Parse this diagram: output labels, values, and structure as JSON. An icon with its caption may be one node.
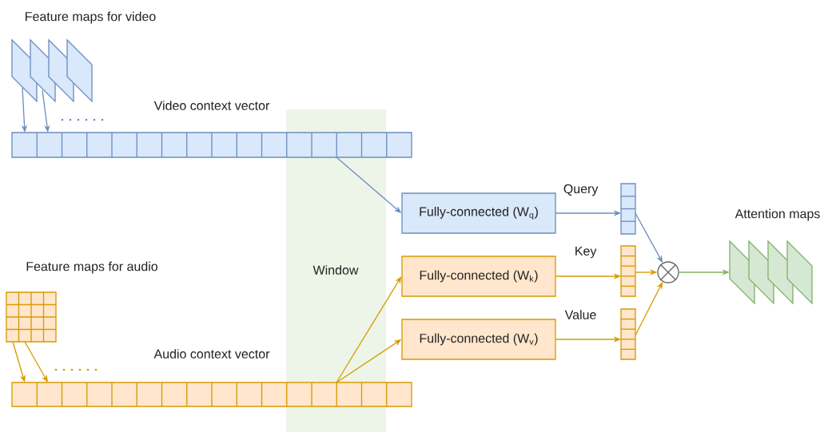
{
  "diagram": {
    "nodes": [
      {
        "text": [
          "Feature maps for video"
        ]
      },
      {
        "text": [
          "Video context vector"
        ]
      },
      {
        "text": [
          "Feature maps for audio"
        ]
      },
      {
        "text": [
          "Audio context vector"
        ]
      },
      {
        "text": [
          "Fully-connected (W$_{q}$)"
        ]
      },
      {
        "text": [
          "Fully-connected (W$_{k}$)"
        ]
      },
      {
        "text": [
          "Fully-connected (W$_{v}$)"
        ]
      },
      {
        "text": [
          "Query"
        ]
      },
      {
        "text": [
          "Key"
        ]
      },
      {
        "text": [
          "Value"
        ]
      },
      {
        "text": [],
        "shape": "circle"
      },
      {
        "text": [
          "Attention maps"
        ]
      }
    ],
    "edges": [
      {
        "from": 0,
        "to": 1,
        "arrow": "to",
        "color": "#6c8ebf"
      },
      {
        "from": 0,
        "to": 1,
        "arrow": "to",
        "color": "#6c8ebf"
      },
      {
        "from": 2,
        "to": 3,
        "arrow": "to"
      },
      {
        "from": 2,
        "to": 3,
        "arrow": "to"
      },
      {
        "from": 1,
        "to": 4,
        "arrow": "to",
        "color": "#6c8ebf"
      },
      {
        "from": 3,
        "to": 5,
        "arrow": "to"
      },
      {
        "from": 3,
        "to": 6,
        "arrow": "to"
      },
      {
        "from": 4,
        "to": 7,
        "arrow": "to",
        "color": "#6c8ebf"
      },
      {
        "from": 5,
        "to": 8,
        "arrow": "to"
      },
      {
        "from": 6,
        "to": 9,
        "arrow": "to"
      },
      {
        "from": 7,
        "to": 10,
        "arrow": "to",
        "color": "#6c8ebf"
      },
      {
        "from": 8,
        "to": 10,
        "arrow": "to"
      },
      {
        "from": 9,
        "to": 10,
        "arrow": "to"
      },
      {
        "from": 10,
        "to": 11,
        "arrow": "to",
        "color": "#82b366"
      }
    ],
    "labels": [
      "Window"
    ]
  }
}
